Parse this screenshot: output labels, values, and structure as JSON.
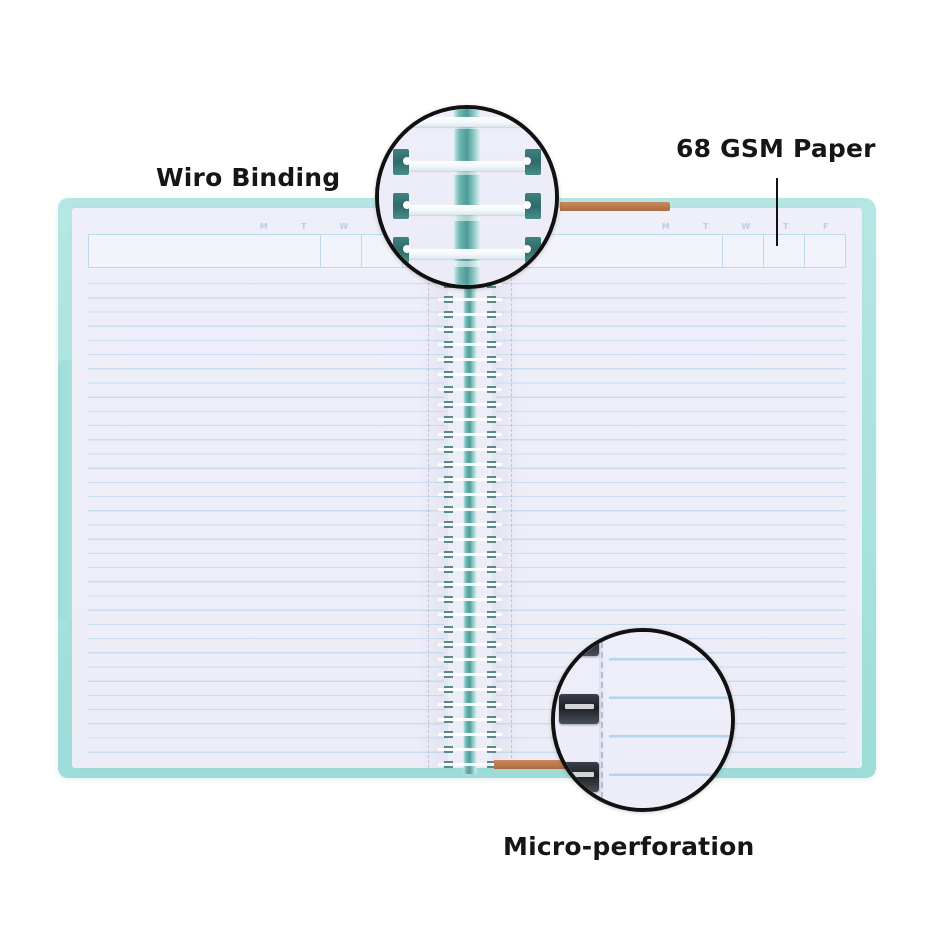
{
  "scene": {
    "subject": "open-spiral-notebook",
    "background_color": "#ffffff"
  },
  "product": {
    "cover_color": "#a9e2de",
    "page_color": "#eeeef9",
    "rule_line_color": "#a8d2e7",
    "coil_color": "#4e9d9b",
    "ribbon_color": "#b9774b",
    "callout_outline_color": "#111111"
  },
  "annotations": [
    {
      "id": "wiro-binding",
      "label": "Wiro Binding",
      "callout": "magnifier-circle",
      "target": "spine-coil"
    },
    {
      "id": "gsm-paper",
      "label": "68 GSM Paper",
      "callout": "leader-line",
      "target": "right-page-sheet"
    },
    {
      "id": "micro-perforation",
      "label": "Micro-perforation",
      "callout": "magnifier-circle",
      "target": "page-perforation-edge"
    }
  ],
  "page_header": {
    "day_letters": [
      "M",
      "T",
      "W",
      "T",
      "F"
    ],
    "title_field_placeholder": ""
  }
}
